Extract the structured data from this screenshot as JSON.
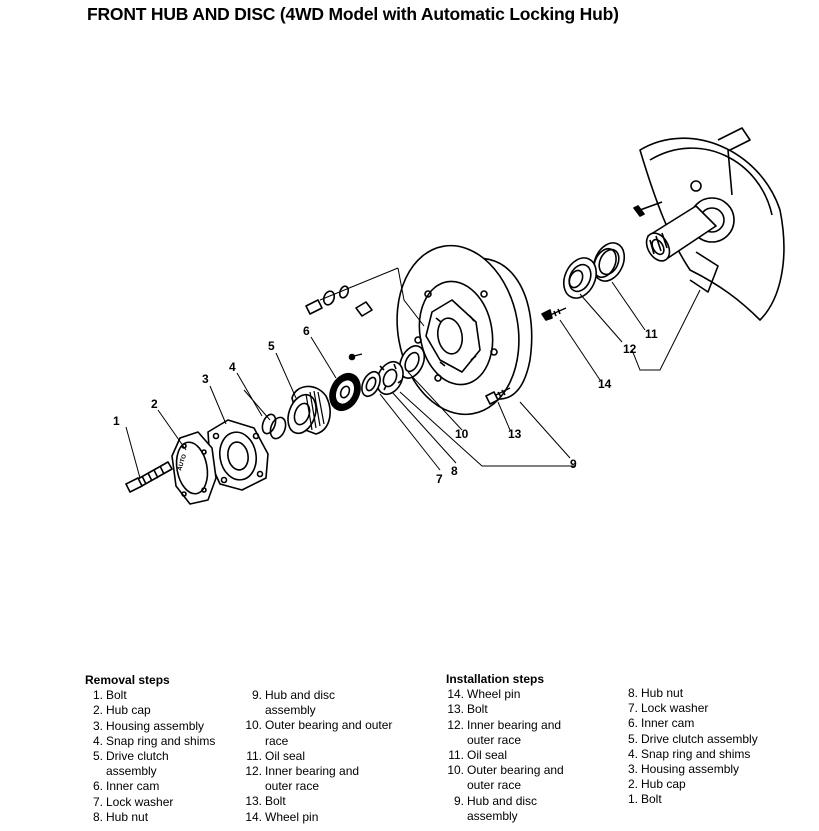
{
  "title": "FRONT HUB AND DISC (4WD Model with Automatic Locking Hub)",
  "hub_cap_lettering": "AUTO",
  "callouts": [
    "1",
    "2",
    "3",
    "4",
    "5",
    "6",
    "7",
    "8",
    "9",
    "10",
    "11",
    "12",
    "13",
    "14"
  ],
  "removal": {
    "heading": "Removal steps",
    "col1": [
      {
        "num": "1.",
        "text": "Bolt"
      },
      {
        "num": "2.",
        "text": "Hub cap"
      },
      {
        "num": "3.",
        "text": "Housing assembly"
      },
      {
        "num": "4.",
        "text": "Snap ring and shims"
      },
      {
        "num": "5.",
        "text": "Drive clutch\nassembly"
      },
      {
        "num": "6.",
        "text": "Inner cam"
      },
      {
        "num": "7.",
        "text": "Lock washer"
      },
      {
        "num": "8.",
        "text": "Hub nut"
      }
    ],
    "col2": [
      {
        "num": "9.",
        "text": "Hub and disc\nassembly"
      },
      {
        "num": "10.",
        "text": "Outer bearing and outer\nrace"
      },
      {
        "num": "11.",
        "text": "Oil seal"
      },
      {
        "num": "12.",
        "text": "Inner bearing and\nouter race"
      },
      {
        "num": "13.",
        "text": "Bolt"
      },
      {
        "num": "14.",
        "text": "Wheel pin"
      }
    ]
  },
  "installation": {
    "heading": "Installation steps",
    "col1": [
      {
        "num": "14.",
        "text": "Wheel pin"
      },
      {
        "num": "13.",
        "text": "Bolt"
      },
      {
        "num": "12.",
        "text": "Inner bearing and\nouter race"
      },
      {
        "num": "11.",
        "text": "Oil seal"
      },
      {
        "num": "10.",
        "text": "Outer bearing and\nouter race"
      },
      {
        "num": "9.",
        "text": "Hub and disc\nassembly"
      }
    ],
    "col2": [
      {
        "num": "8.",
        "text": "Hub nut"
      },
      {
        "num": "7.",
        "text": "Lock washer"
      },
      {
        "num": "6.",
        "text": "Inner cam"
      },
      {
        "num": "5.",
        "text": "Drive clutch assembly"
      },
      {
        "num": "4.",
        "text": "Snap ring and shims"
      },
      {
        "num": "3.",
        "text": "Housing assembly"
      },
      {
        "num": "2.",
        "text": "Hub cap"
      },
      {
        "num": "1.",
        "text": "Bolt"
      }
    ]
  }
}
